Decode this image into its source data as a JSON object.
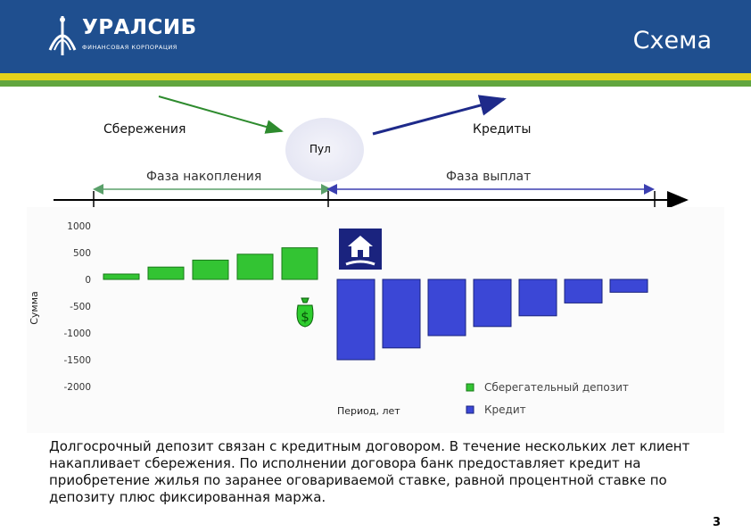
{
  "header": {
    "logo_text": "УРАЛСИБ",
    "logo_subtitle": "ФИНАНСОВАЯ КОРПОРАЦИЯ",
    "slide_title": "Схема",
    "colors": {
      "band": "#1f4f8f",
      "stripe_yellow": "#e6d21a",
      "stripe_green": "#62a63f"
    }
  },
  "scheme": {
    "savings_label": "Сбережения",
    "pool_label": "Пул",
    "credits_label": "Кредиты",
    "accumulation_phase": "Фаза накопления",
    "payout_phase": "Фаза выплат"
  },
  "chart_data": {
    "type": "bar",
    "ylabel": "Сумма",
    "xlabel": "Период, лет",
    "yticks": [
      "1000",
      "500",
      "0",
      "-500",
      "-1000",
      "-1500",
      "-2000"
    ],
    "ylim": [
      -2000,
      1000
    ],
    "series": [
      {
        "name": "Сберегательный депозит",
        "color": "#33c433",
        "values": [
          100,
          230,
          360,
          470,
          590
        ]
      },
      {
        "name": "Кредит",
        "color": "#3b47d6",
        "values": [
          -1500,
          -1280,
          -1050,
          -880,
          -680,
          -440,
          -240
        ]
      }
    ],
    "icons": [
      "money-bag-icon",
      "house-icon"
    ]
  },
  "description": "Долгосрочный депозит связан с кредитным договором. В течение нескольких лет клиент накапливает сбережения. По исполнении договора банк предоставляет кредит на приобретение жилья по заранее оговариваемой ставке, равной процентной ставке по депозиту плюс фиксированная маржа.",
  "page_number": "3"
}
